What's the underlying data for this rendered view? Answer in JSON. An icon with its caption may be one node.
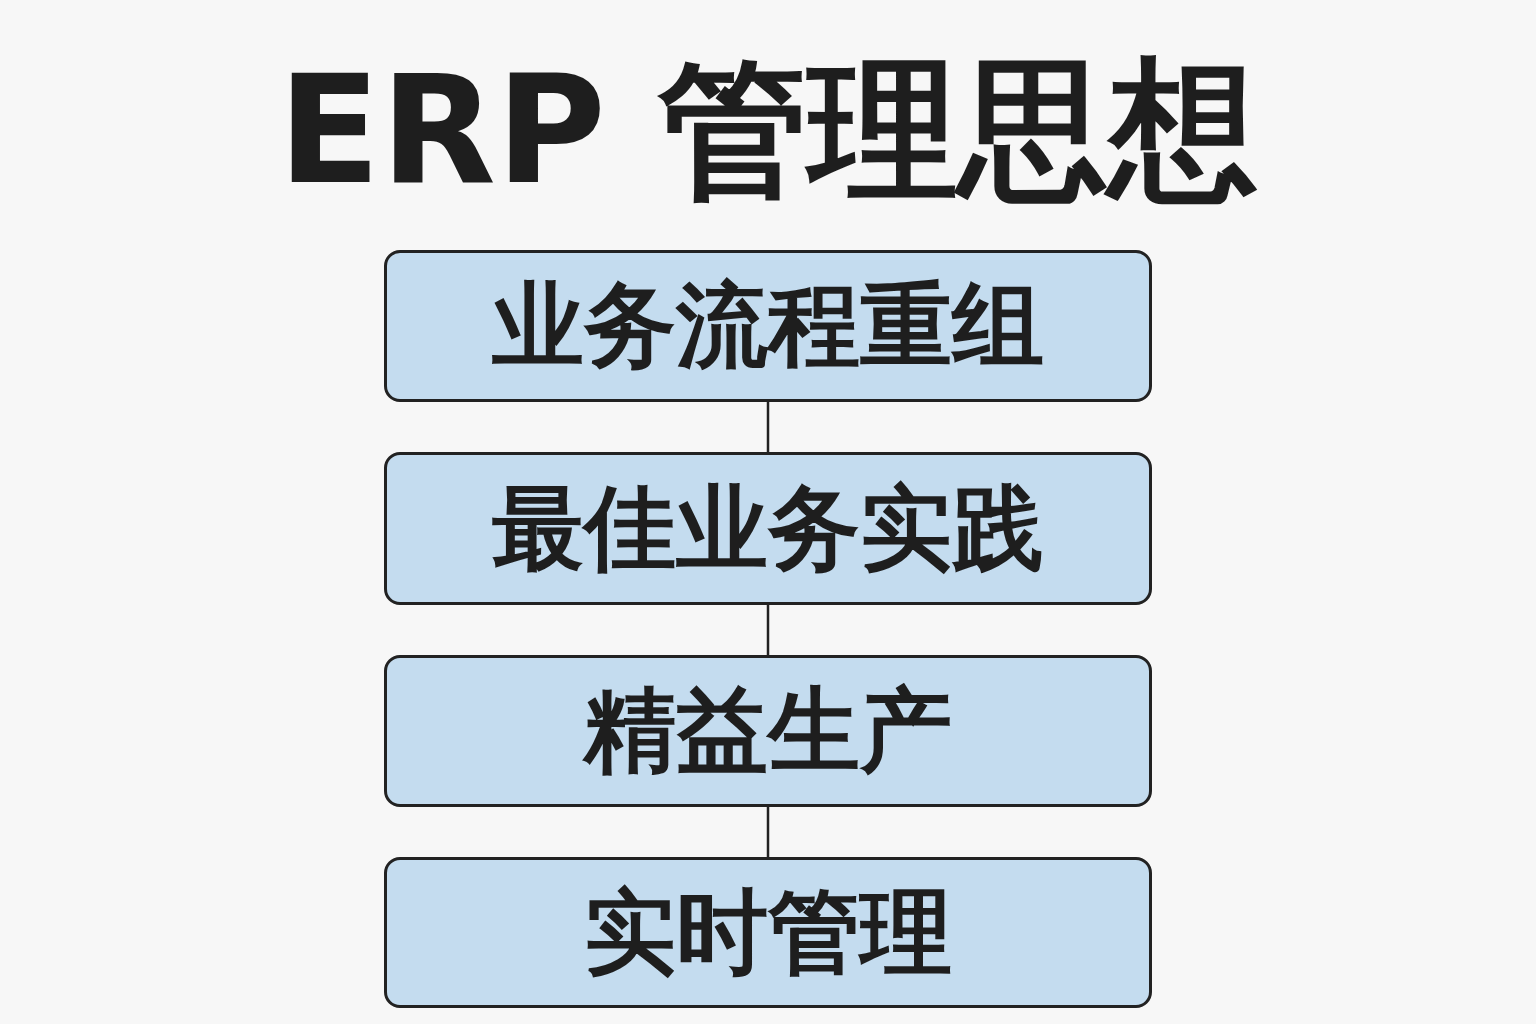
{
  "diagram": {
    "title": "ERP 管理思想",
    "nodes": [
      {
        "text": [
          "业务流程重组"
        ]
      },
      {
        "text": [
          "最佳业务实践"
        ]
      },
      {
        "text": [
          "精益生产"
        ]
      },
      {
        "text": [
          "实时管理"
        ]
      }
    ],
    "edges": [
      {
        "from": 0,
        "to": 1,
        "arrow": "none"
      },
      {
        "from": 1,
        "to": 2,
        "arrow": "none"
      },
      {
        "from": 2,
        "to": 3,
        "arrow": "none"
      }
    ]
  }
}
